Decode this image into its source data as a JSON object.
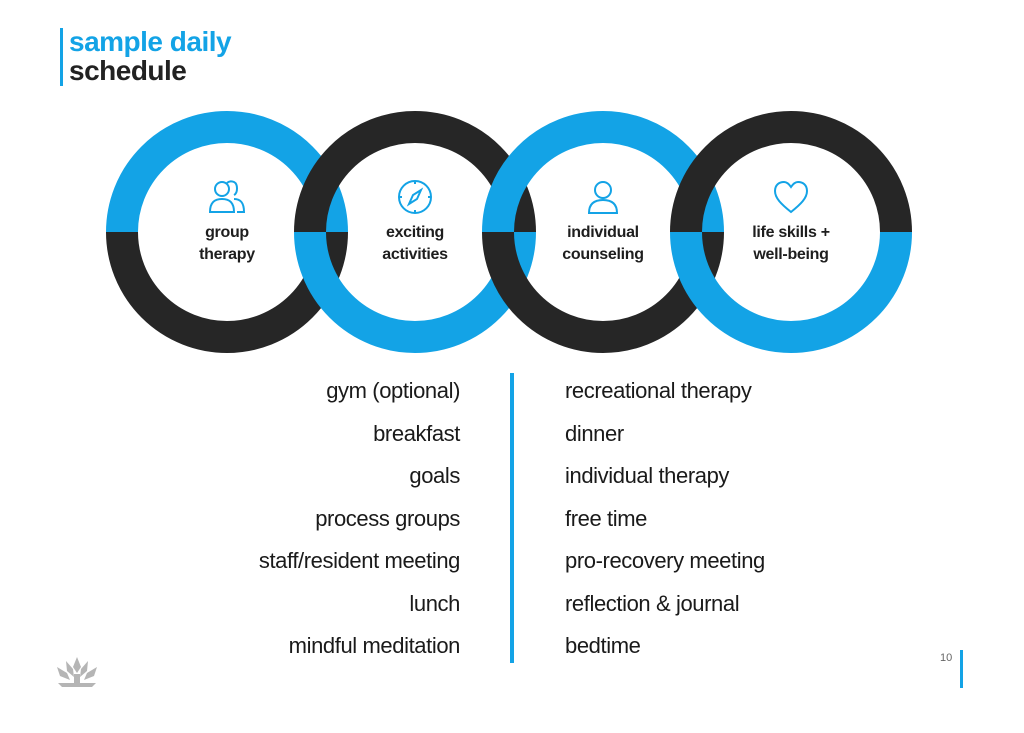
{
  "title": {
    "line1": "sample daily",
    "line2": "schedule"
  },
  "colors": {
    "accent": "#13a3e6",
    "dark": "#262626",
    "text": "#1a1a1a"
  },
  "rings": [
    {
      "icon": "group-icon",
      "label_line1": "group",
      "label_line2": "therapy"
    },
    {
      "icon": "compass-icon",
      "label_line1": "exciting",
      "label_line2": "activities"
    },
    {
      "icon": "person-icon",
      "label_line1": "individual",
      "label_line2": "counseling"
    },
    {
      "icon": "heart-icon",
      "label_line1": "life skills +",
      "label_line2": "well-being"
    }
  ],
  "schedule": {
    "left": [
      "gym (optional)",
      "breakfast",
      "goals",
      "process groups",
      "staff/resident meeting",
      "lunch",
      "mindful meditation"
    ],
    "right": [
      "recreational therapy",
      "dinner",
      "individual therapy",
      "free time",
      "pro-recovery meeting",
      "reflection & journal",
      "bedtime"
    ]
  },
  "footer": {
    "page_number": "10",
    "logo_icon": "lotus-logo-icon"
  }
}
